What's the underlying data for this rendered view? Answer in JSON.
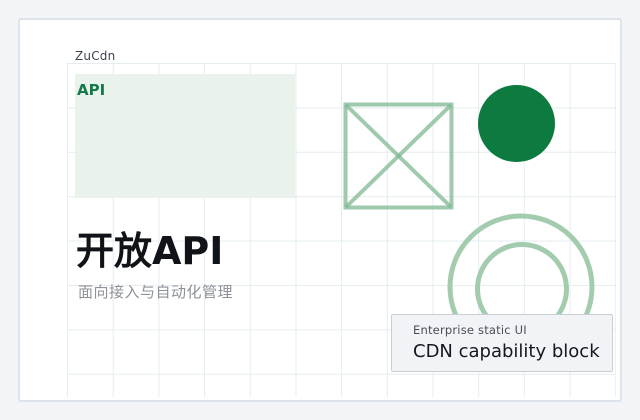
{
  "brand": {
    "label": "ZuCdn"
  },
  "api_block": {
    "label": "API"
  },
  "hero": {
    "title": "开放API",
    "subtitle": "面向接入与自动化管理"
  },
  "tooltip": {
    "eyebrow": "Enterprise static UI",
    "title": "CDN capability block"
  },
  "colors": {
    "page_background": "#f2f4f7",
    "card_background": "#ffffff",
    "card_border": "#dde3ea",
    "grid_line": "#e4edf0",
    "accent_green_solid": "#0d7a3f",
    "accent_green_text": "#15794a",
    "light_green_fill": "#e9f3ec",
    "outline_green": "#7cb58f",
    "title_text": "#101419",
    "subtitle_text": "#8e9298",
    "tooltip_background": "#f1f3f6",
    "tooltip_border": "#c9cfd7"
  },
  "icons": {
    "image_placeholder": "square-with-diagonal-cross",
    "decorative_shapes": [
      "filled-circle",
      "concentric-circles"
    ]
  }
}
